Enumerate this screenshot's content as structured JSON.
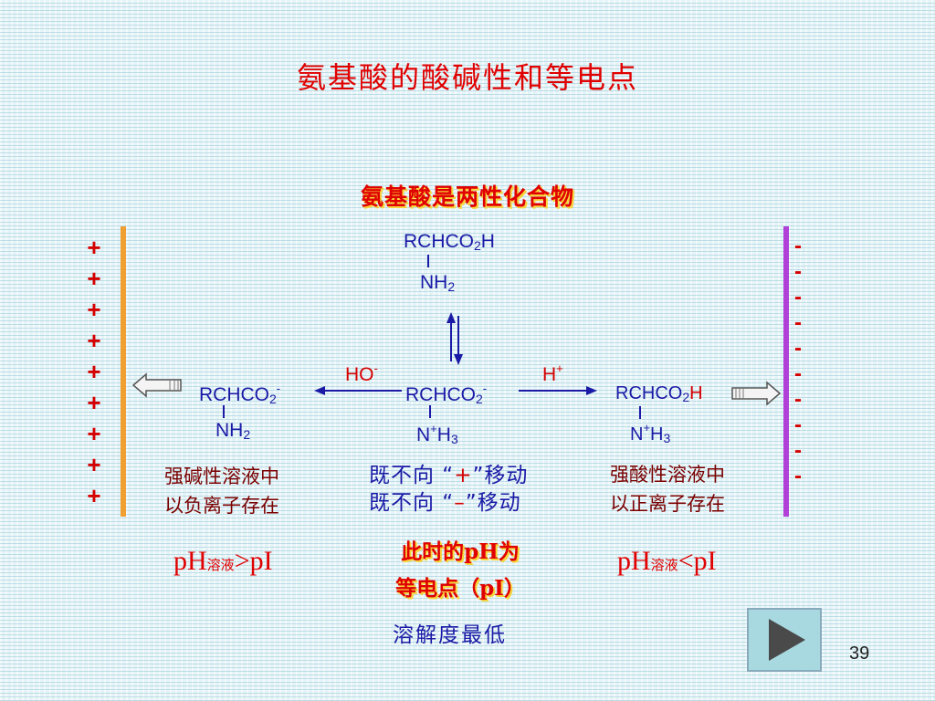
{
  "title": "氨基酸的酸碱性和等电点",
  "subtitle": "氨基酸是两性化合物",
  "left_signs": [
    "+",
    "+",
    "+",
    "+",
    "+",
    "+",
    "+",
    "+",
    "+"
  ],
  "right_signs": [
    "-",
    "-",
    "-",
    "-",
    "-",
    "-",
    "-",
    "-",
    "-",
    "-"
  ],
  "top_species": {
    "line1_a": "RCHCO",
    "line1_sub": "2",
    "line1_b": "H",
    "line2_a": "NH",
    "line2_sub": "2"
  },
  "center_species": {
    "line1_a": "RCHCO",
    "line1_sub": "2",
    "line1_sup": "-",
    "line2_a": "N",
    "line2_sup": "+",
    "line2_b": "H",
    "line2_sub": "3"
  },
  "left_species": {
    "line1_a": "RCHCO",
    "line1_sub": "2",
    "line1_sup": "-",
    "line2_a": "NH",
    "line2_sub": "2"
  },
  "right_species": {
    "line1_a": "RCHCO",
    "line1_sub": "2",
    "line1_b": "H",
    "line2_a": "N",
    "line2_sup": "+",
    "line2_b": "H",
    "line2_sub": "3"
  },
  "left_reagent": {
    "text": "HO",
    "sup": "-"
  },
  "right_reagent": {
    "text": "H",
    "sup": "+"
  },
  "left_desc": [
    "强碱性溶液中",
    "以负离子存在"
  ],
  "right_desc": [
    "强酸性溶液中",
    "以正离子存在"
  ],
  "center_desc": {
    "line1_pre": "既不向 “",
    "line1_sign": "+",
    "line1_post": "”移动",
    "line2_pre": "既不向 “",
    "line2_sign": "–",
    "line2_post": "”移动"
  },
  "left_ph": {
    "pre": "pH",
    "sub": "溶液",
    "post": ">pI"
  },
  "right_ph": {
    "pre": "pH",
    "sub": "溶液",
    "post": "<pI"
  },
  "pi_note": [
    "此时的pH为",
    "等电点（pI）"
  ],
  "solubility": "溶解度最低",
  "page_number": "39",
  "colors": {
    "accent_red": "#e00000",
    "chem_blue": "#1a1aa6",
    "left_bar": "#f0a030",
    "right_bar": "#b040d8",
    "note_shadow": "#f7d43c"
  },
  "icons": {
    "left_arrow": "hollow-left-arrow-icon",
    "right_arrow": "hollow-right-arrow-icon",
    "nav": "play-triangle-icon"
  }
}
